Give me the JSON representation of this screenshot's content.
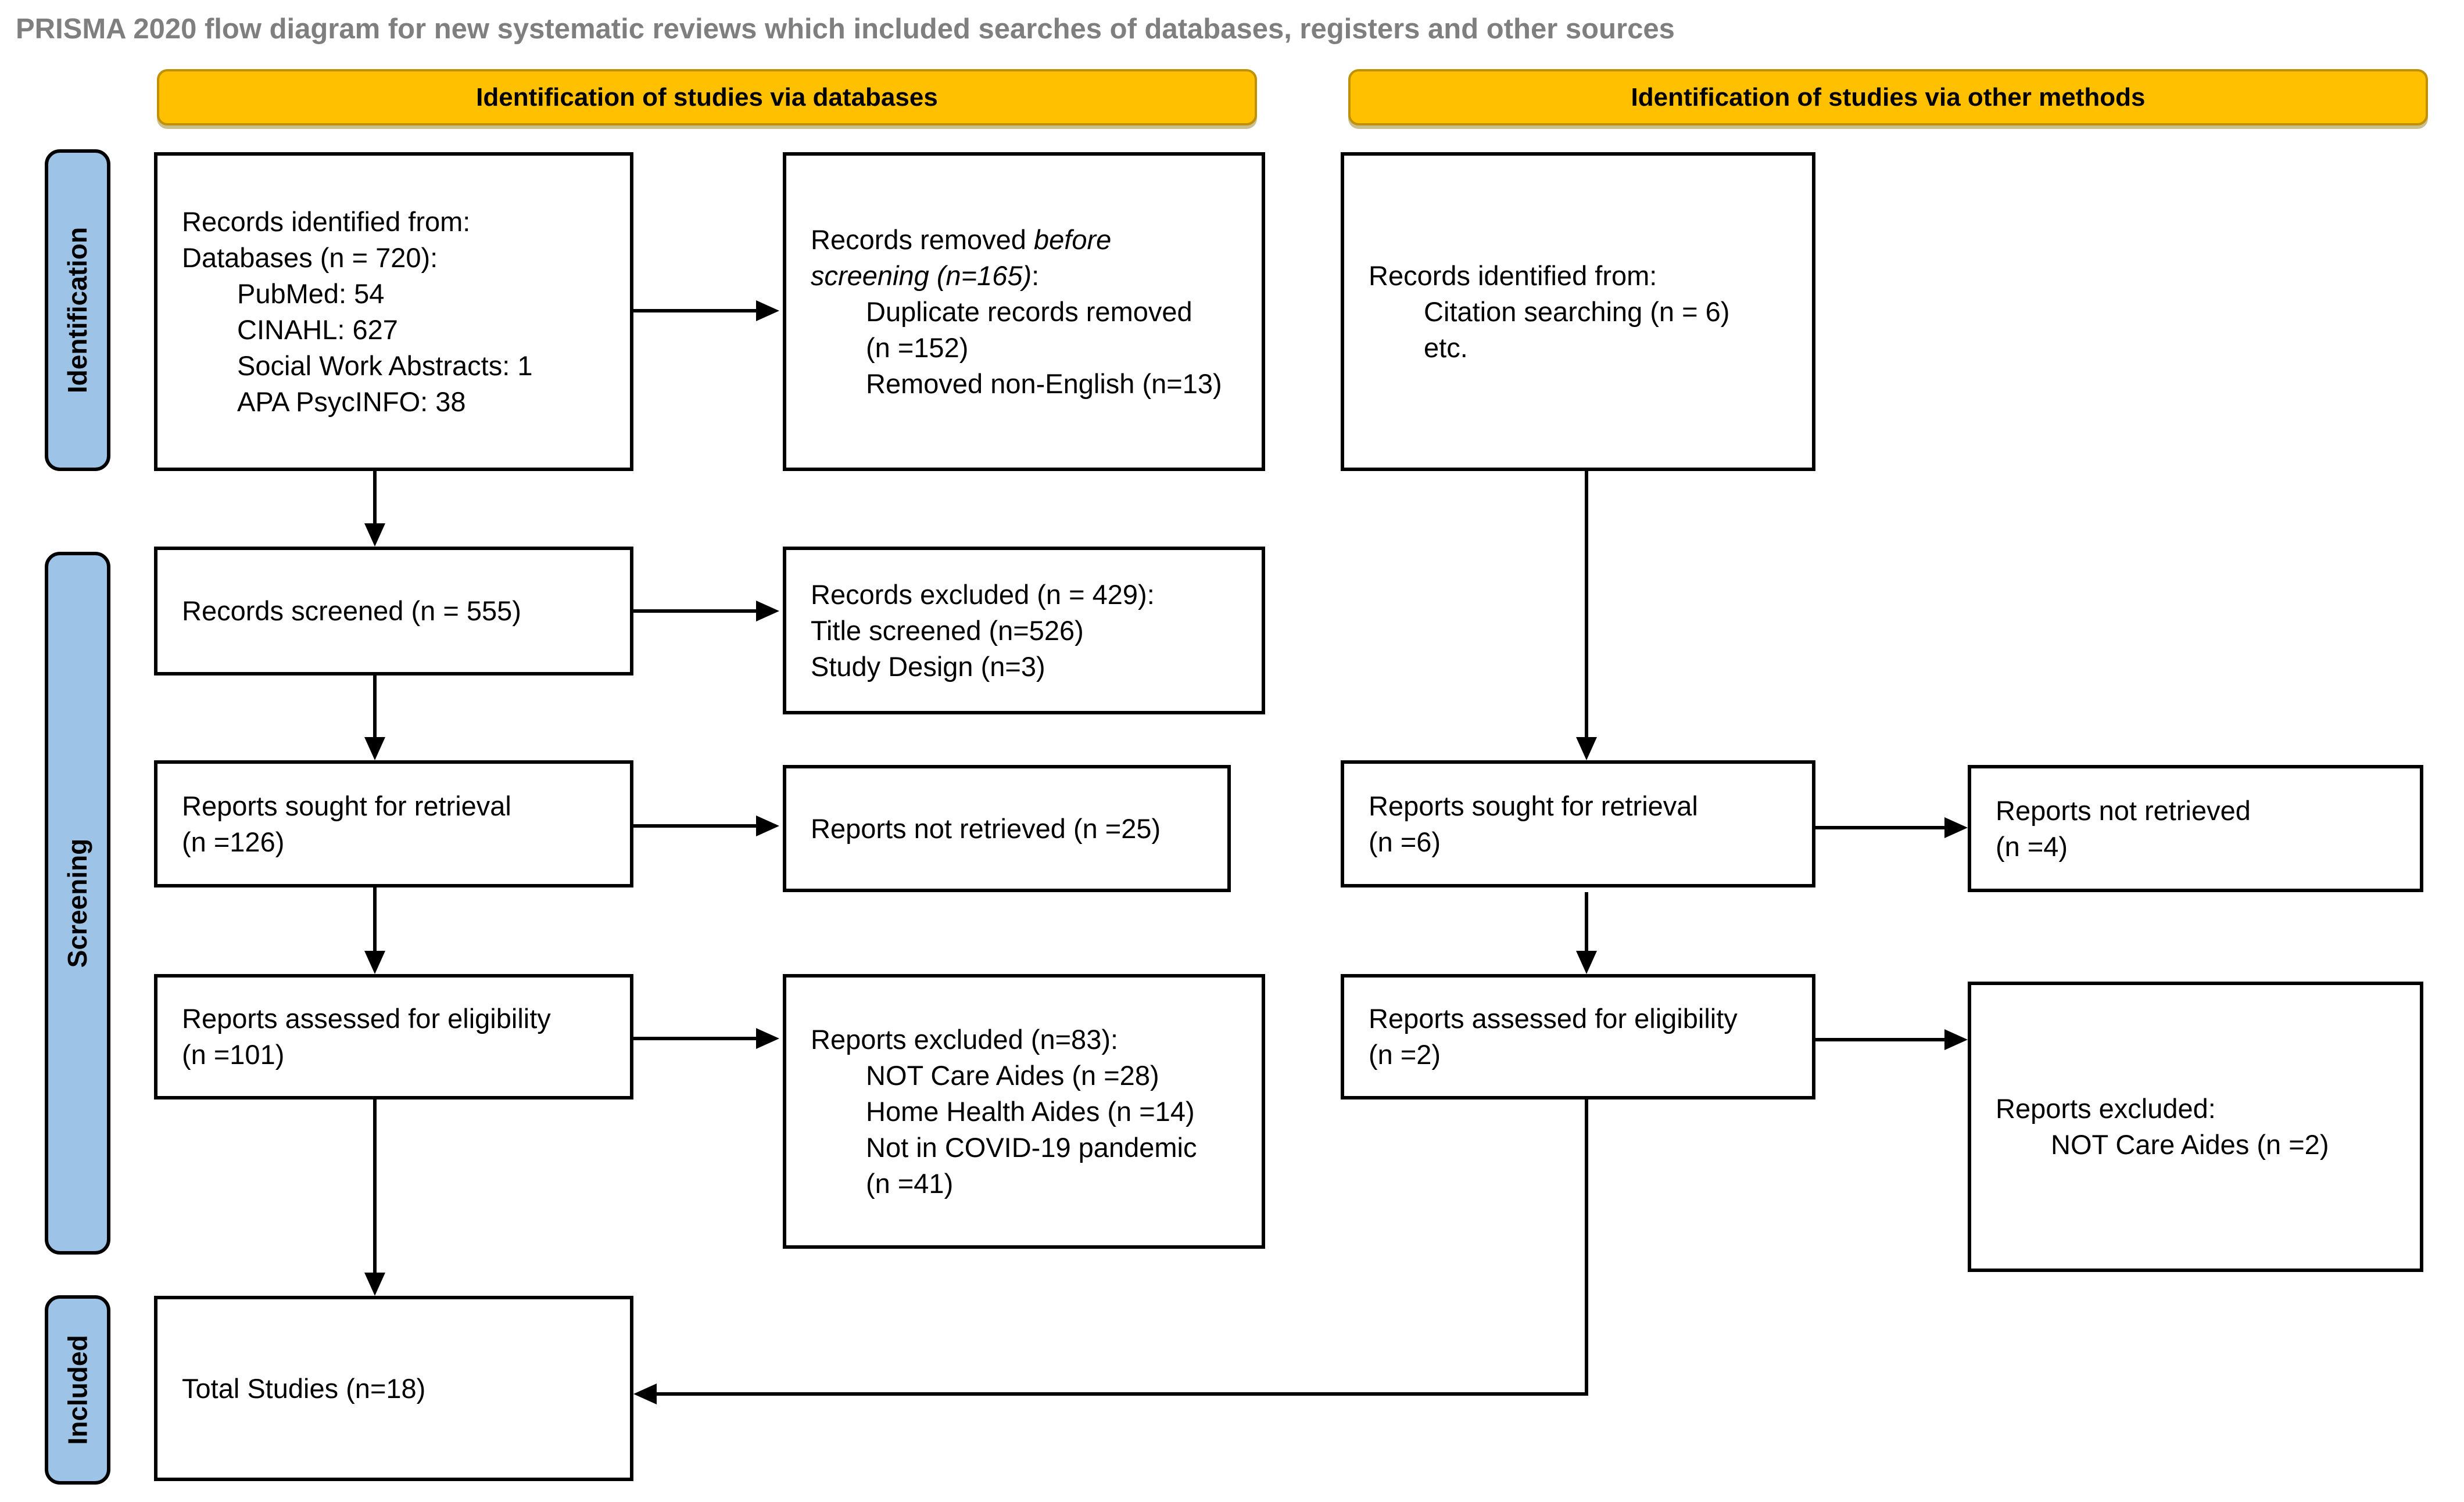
{
  "title": "PRISMA 2020 flow diagram for new systematic reviews which included searches of databases, registers and other sources",
  "banners": {
    "databases": "Identification of studies via databases",
    "other": "Identification of studies via other methods"
  },
  "sidebar": {
    "identification": "Identification",
    "screening": "Screening",
    "included": "Included"
  },
  "colors": {
    "banner_fill": "#FFC000",
    "banner_border": "#BF9000",
    "sidebar_fill": "#9DC3E6",
    "title_gray": "#7F7F7F",
    "line_black": "#000000"
  },
  "nodes": {
    "db_identified": {
      "l1": "Records identified from:",
      "l2": "Databases (n = 720):",
      "l3": "PubMed: 54",
      "l4": "CINAHL: 627",
      "l5": "Social Work Abstracts: 1",
      "l6": "APA PsycINFO: 38"
    },
    "removed_before": {
      "l1a": "Records removed ",
      "l1b": "before",
      "l2a": "screening (n=165)",
      "l2b": ":",
      "l3": "Duplicate records removed",
      "l4": "(n =152)",
      "l5": "Removed non-English (n=13)"
    },
    "records_screened": {
      "l1": "Records screened (n = 555)"
    },
    "records_excluded": {
      "l1": "Records excluded (n = 429):",
      "l2": "Title screened (n=526)",
      "l3": "Study Design (n=3)"
    },
    "reports_sought_db": {
      "l1": "Reports sought for retrieval",
      "l2": "(n =126)"
    },
    "reports_not_retrieved_db": {
      "l1": "Reports not retrieved (n =25)"
    },
    "reports_assessed_db": {
      "l1": "Reports assessed for eligibility",
      "l2": "(n =101)"
    },
    "reports_excluded_db": {
      "l1": "Reports excluded (n=83):",
      "l2": "NOT Care Aides (n =28)",
      "l3": "Home Health Aides (n =14)",
      "l4": "Not in COVID-19 pandemic",
      "l5": "(n =41)"
    },
    "other_identified": {
      "l1": "Records identified from:",
      "l2": "Citation searching (n = 6)",
      "l3": "etc."
    },
    "reports_sought_other": {
      "l1": "Reports sought for retrieval",
      "l2": "(n =6)"
    },
    "reports_not_retrieved_other": {
      "l1": "Reports not retrieved",
      "l2": "(n =4)"
    },
    "reports_assessed_other": {
      "l1": "Reports assessed for eligibility",
      "l2": "(n =2)"
    },
    "reports_excluded_other": {
      "l1": "Reports excluded:",
      "l2": "NOT Care Aides (n =2)"
    },
    "total_studies": {
      "l1": "Total Studies (n=18)"
    }
  }
}
